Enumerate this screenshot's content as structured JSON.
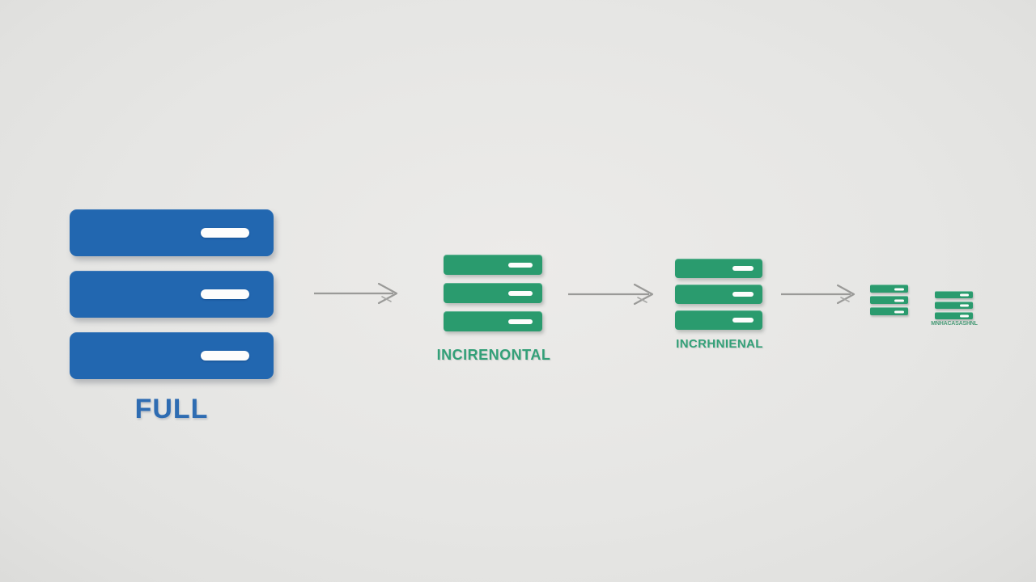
{
  "background": {
    "center_color": "#ecebe9",
    "edge_color": "#dcdcda"
  },
  "diagram": {
    "description": "backup-chain-flow",
    "stages": [
      {
        "name": "full-backup",
        "label": "FULL",
        "color": "#2267b0",
        "label_color": "#2e6cb2",
        "bar_count": 3
      },
      {
        "name": "incremental-backup-1",
        "label": "INCIRENONTAL",
        "color": "#2a9b6e",
        "label_color": "#33a078",
        "bar_count": 3
      },
      {
        "name": "incremental-backup-2",
        "label": "INCRHNIENAL",
        "color": "#2a9b6e",
        "label_color": "#33a078",
        "bar_count": 3
      },
      {
        "name": "incremental-backup-3",
        "label": "",
        "color": "#2a9b6e",
        "label_color": "",
        "bar_count": 3
      },
      {
        "name": "incremental-backup-4",
        "label": "MNHACASASHNL",
        "color": "#2a9b6e",
        "label_color": "#4a9b78",
        "bar_count": 3
      }
    ],
    "arrows": {
      "count": 3,
      "color": "#9a9a98"
    }
  }
}
